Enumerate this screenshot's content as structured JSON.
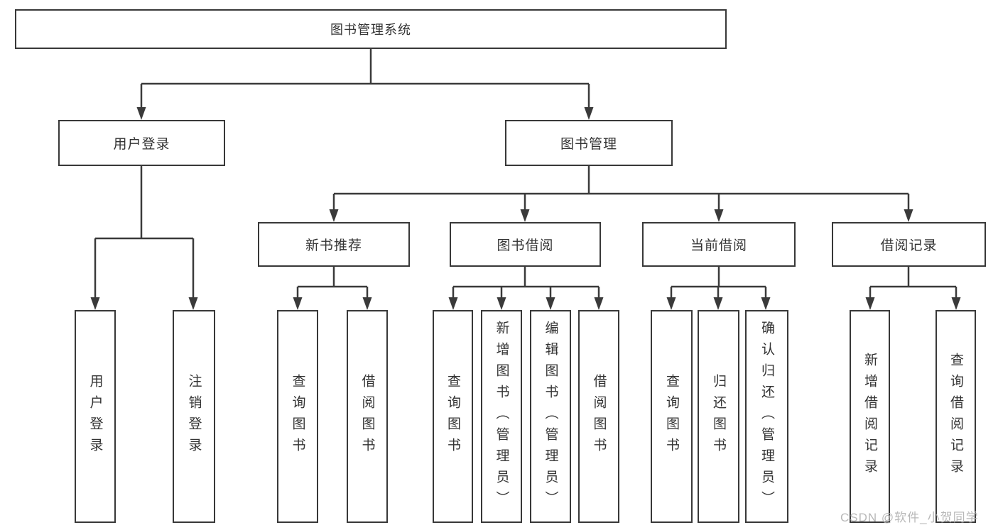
{
  "diagram": {
    "root": {
      "label": "图书管理系统",
      "children": [
        {
          "label": "用户登录",
          "children": [
            {
              "label": "用户登录"
            },
            {
              "label": "注销登录"
            }
          ]
        },
        {
          "label": "图书管理",
          "children": [
            {
              "label": "新书推荐",
              "children": [
                {
                  "label": "查询图书"
                },
                {
                  "label": "借阅图书"
                }
              ]
            },
            {
              "label": "图书借阅",
              "children": [
                {
                  "label": "查询图书"
                },
                {
                  "label": "新增图书（管理员）"
                },
                {
                  "label": "编辑图书（管理员）"
                },
                {
                  "label": "借阅图书"
                }
              ]
            },
            {
              "label": "当前借阅",
              "children": [
                {
                  "label": "查询图书"
                },
                {
                  "label": "归还图书"
                },
                {
                  "label": "确认归还（管理员）"
                }
              ]
            },
            {
              "label": "借阅记录",
              "children": [
                {
                  "label": "新增借阅记录"
                },
                {
                  "label": "查询借阅记录"
                }
              ]
            }
          ]
        }
      ]
    }
  },
  "watermark": {
    "text": "CSDN @软件_小贺同学"
  },
  "colors": {
    "line": "#3a3a3a",
    "box_border": "#383838",
    "text": "#333333",
    "watermark_text": "#b3b3b3",
    "background": "#ffffff"
  }
}
